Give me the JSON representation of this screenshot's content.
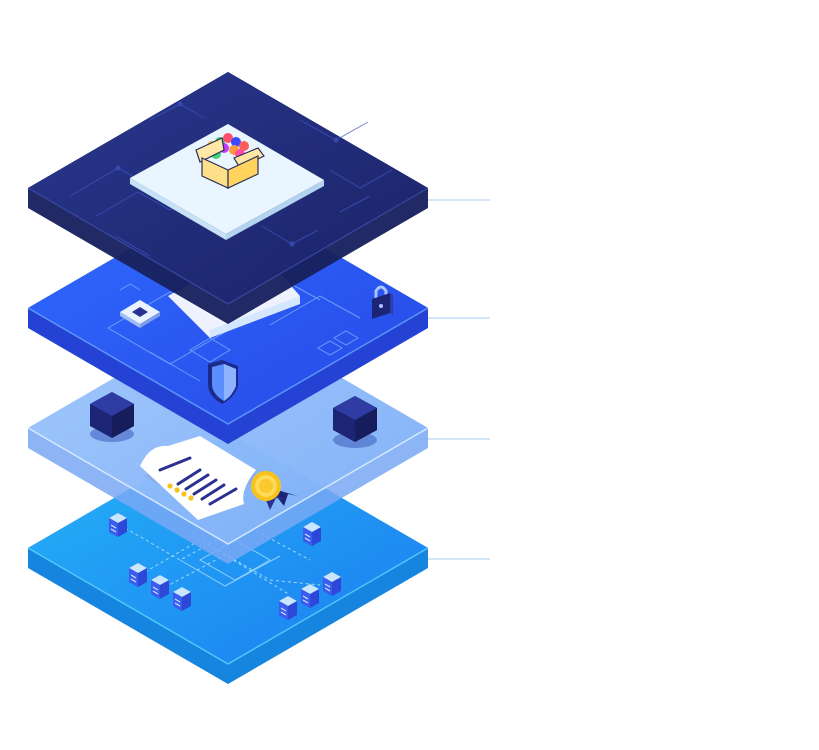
{
  "diagram": {
    "layers": [
      {
        "id": "application",
        "icons": [
          "package-box-icon",
          "circuit-trace-icon"
        ]
      },
      {
        "id": "security",
        "icons": [
          "chip-icon",
          "padlock-icon",
          "shield-icon"
        ]
      },
      {
        "id": "smart-contract",
        "icons": [
          "cube-icon",
          "certificate-document-icon",
          "award-medal-icon"
        ]
      },
      {
        "id": "infrastructure",
        "icons": [
          "server-node-icon",
          "network-line-icon"
        ]
      }
    ],
    "leader_lines": 4,
    "colors": {
      "layer_top": "#1f2a78",
      "layer_top_side": "#18215e",
      "layer_security": "#2f5bff",
      "layer_security_side": "#2442d4",
      "layer_contract": "#8fbdfd",
      "layer_contract_side": "#79a8f5",
      "layer_base": "#1ea3f3",
      "layer_base_side": "#1585df",
      "platform": "#eaf6ff",
      "leader_line": "#b7d7f4",
      "gold": "#f7c21b",
      "navy_icon": "#1c2475"
    }
  }
}
